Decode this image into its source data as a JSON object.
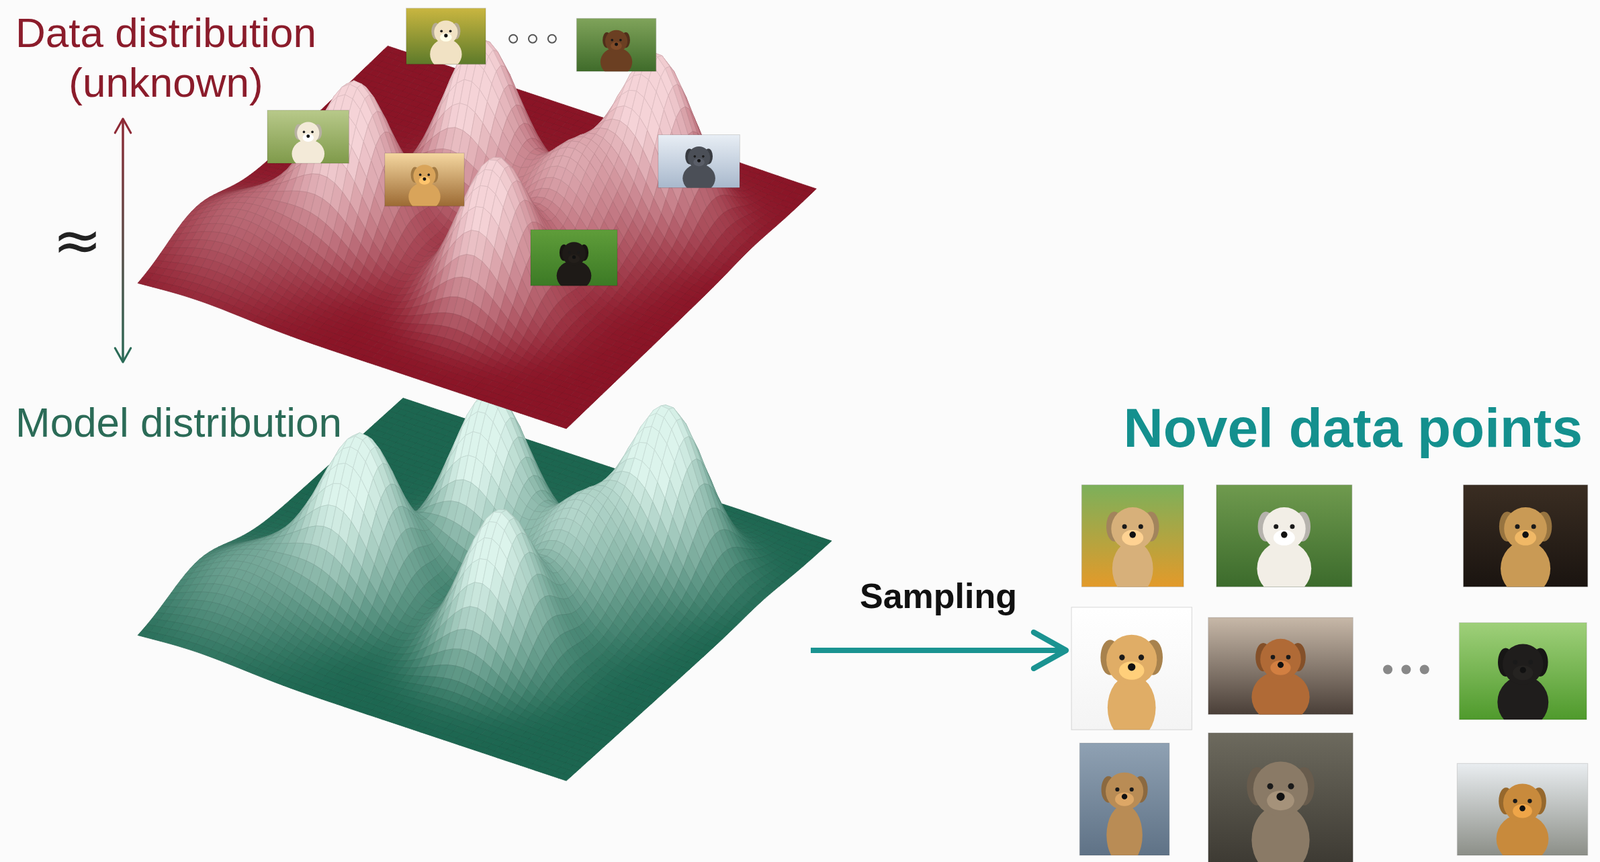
{
  "diagram": {
    "nodes": [
      {
        "text": [
          "Data distribution (unknown)"
        ]
      },
      {
        "text": [
          "Model distribution"
        ]
      },
      {
        "text": [
          "Novel data points"
        ]
      }
    ],
    "edges": [
      {
        "from": 0,
        "to": 1,
        "arrow": "both",
        "label": "≈"
      },
      {
        "from": 1,
        "to": 2,
        "arrow": "to",
        "label": "Sampling"
      }
    ]
  }
}
